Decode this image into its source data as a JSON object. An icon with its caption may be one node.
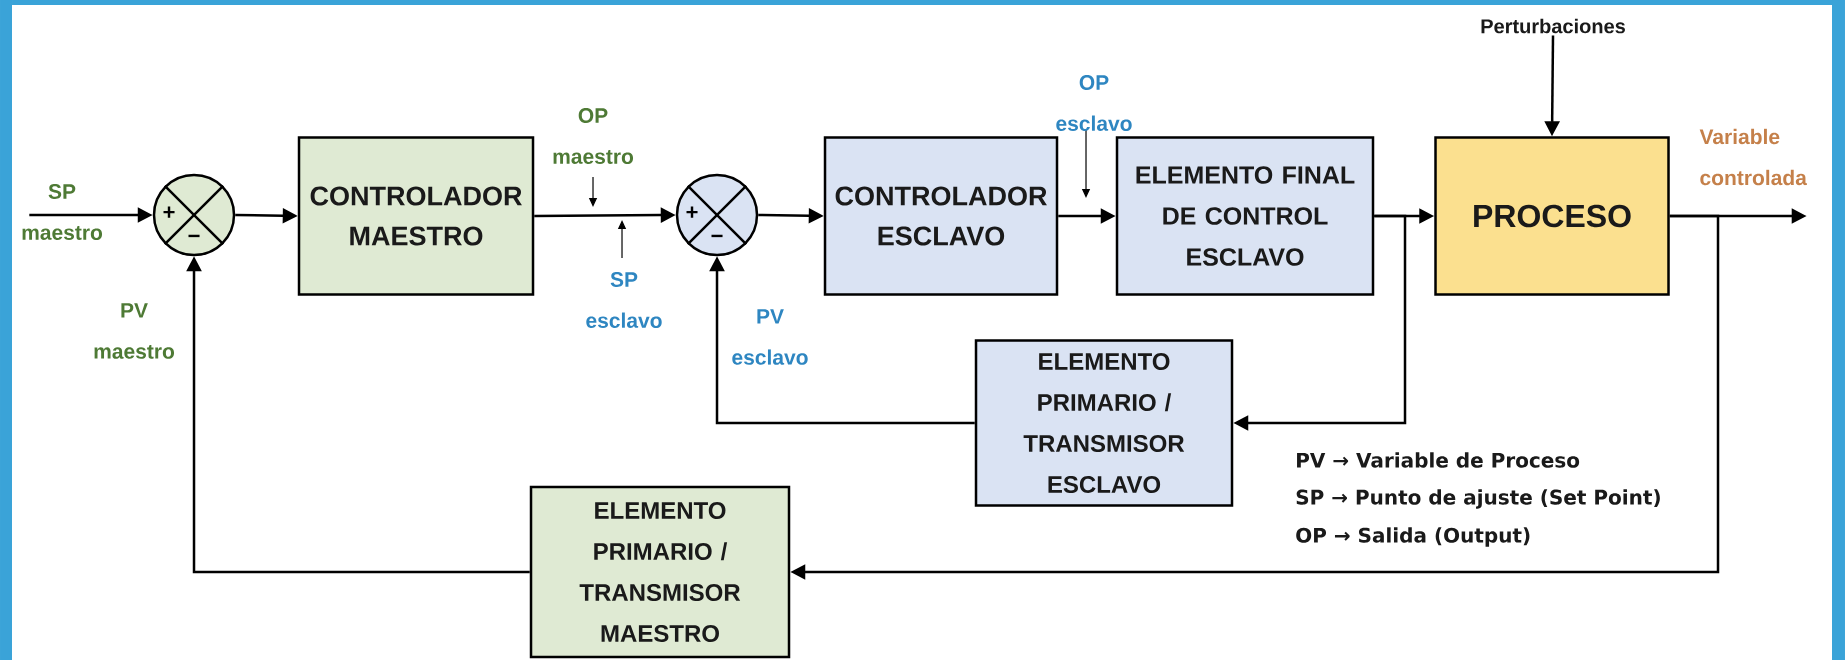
{
  "diagram": {
    "nodes": [
      {
        "text": [
          "+",
          "−"
        ]
      },
      {
        "text": [
          "CONTROLADOR MAESTRO"
        ]
      },
      {
        "text": [
          "+",
          "−"
        ]
      },
      {
        "text": [
          "CONTROLADOR ESCLAVO"
        ]
      },
      {
        "text": [
          "ELEMENTO FINAL DE CONTROL ESCLAVO"
        ]
      },
      {
        "text": [
          "PROCESO"
        ]
      },
      {
        "text": [
          "ELEMENTO PRIMARIO / TRANSMISOR ESCLAVO"
        ]
      },
      {
        "text": [
          "ELEMENTO PRIMARIO / TRANSMISOR MAESTRO"
        ]
      },
      {
        "text": [
          "Perturbaciones"
        ]
      },
      {
        "text": [
          "SP maestro"
        ]
      },
      {
        "text": [
          "Variable controlada"
        ]
      }
    ],
    "edges": [
      {
        "from": 9,
        "to": 0,
        "arrow": "to"
      },
      {
        "from": 0,
        "to": 1,
        "arrow": "to"
      },
      {
        "from": 1,
        "to": 2,
        "arrow": "to"
      },
      {
        "from": 2,
        "to": 3,
        "arrow": "to"
      },
      {
        "from": 3,
        "to": 4,
        "arrow": "to"
      },
      {
        "from": 4,
        "to": 5,
        "arrow": "to"
      },
      {
        "from": 5,
        "to": 10,
        "arrow": "to"
      },
      {
        "from": 8,
        "to": 5,
        "arrow": "to"
      },
      {
        "from": 4,
        "to": 6,
        "arrow": "to"
      },
      {
        "from": 6,
        "to": 2,
        "arrow": "to"
      },
      {
        "from": 5,
        "to": 7,
        "arrow": "to"
      },
      {
        "from": 7,
        "to": 0,
        "arrow": "to"
      }
    ],
    "labels": [
      "OP maestro",
      "SP esclavo",
      "PV maestro",
      "OP esclavo",
      "PV esclavo",
      "PV → Variable de Proceso",
      "SP → Punto de ajuste (Set Point)",
      "OP → Salida  (Output)"
    ]
  }
}
